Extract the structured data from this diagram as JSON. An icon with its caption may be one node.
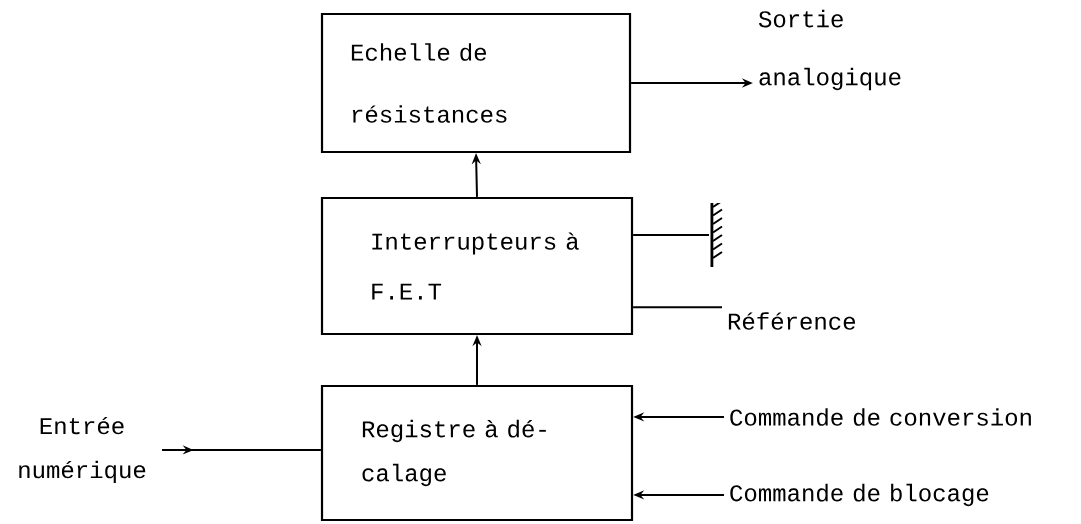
{
  "diagram": {
    "nodes": [
      {
        "text": [
          "Echelle de résistances"
        ]
      },
      {
        "text": [
          "Interrupteurs à F.E.T"
        ]
      },
      {
        "text": [
          "Registre à dé- calage"
        ]
      },
      {
        "text": [
          "Sortie analogique"
        ]
      },
      {
        "text": [],
        "shape": "ground"
      },
      {
        "text": [
          "Référence"
        ]
      },
      {
        "text": [
          "Entrée numérique"
        ]
      },
      {
        "text": [
          "Commande de conversion"
        ]
      },
      {
        "text": [
          "Commande de blocage"
        ]
      }
    ],
    "edges": [
      {
        "from": 0,
        "to": 3,
        "arrow": "to"
      },
      {
        "from": 1,
        "to": 0,
        "arrow": "to"
      },
      {
        "from": 2,
        "to": 1,
        "arrow": "to"
      },
      {
        "from": 1,
        "to": 4,
        "arrow": "none"
      },
      {
        "from": 1,
        "to": 5,
        "arrow": "none"
      },
      {
        "from": 6,
        "to": 2,
        "arrow": "to"
      },
      {
        "from": 7,
        "to": 2,
        "arrow": "to"
      },
      {
        "from": 8,
        "to": 2,
        "arrow": "to"
      }
    ]
  }
}
